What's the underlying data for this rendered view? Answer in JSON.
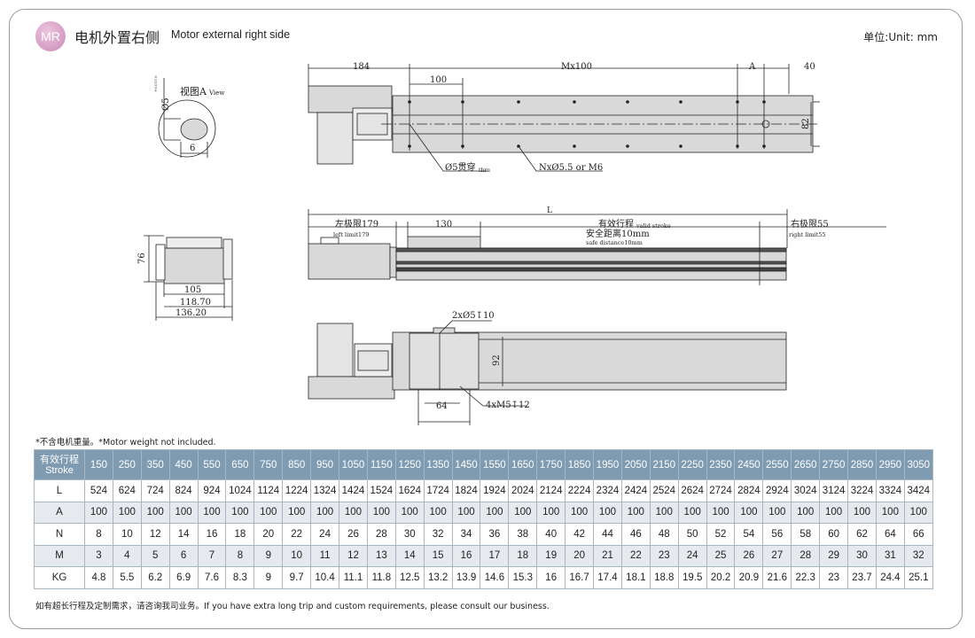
{
  "header": {
    "badge": "MR",
    "title_cn": "电机外置右侧",
    "title_en": "Motor external right side",
    "unit": "单位:Unit: mm"
  },
  "drawing": {
    "view_a": {
      "label": "视图A",
      "label_en": "View",
      "dia": "Ø5",
      "tol": "+0.015 0",
      "width": "6"
    },
    "top": {
      "d184": "184",
      "mx100": "Mx100",
      "a": "A",
      "d40": "40",
      "d100": "100",
      "d82": "82",
      "hole_thru": "Ø5贯穿",
      "thru": "thru",
      "holes": "NxØ5.5 or M6"
    },
    "side": {
      "L": "L",
      "left_limit": "左极限179",
      "left_limit_en": "left limit179",
      "d130": "130",
      "valid": "有效行程",
      "valid_en": "valid stroke",
      "safe": "安全距离10mm",
      "safe_en": "safe distance10mm",
      "right_limit": "右极限55",
      "right_limit_en": "right limit55"
    },
    "end": {
      "d76": "76",
      "d105": "105",
      "d118": "118.70",
      "d136": "136.20"
    },
    "bottom": {
      "pin": "2xØ5↧10",
      "d92": "92",
      "d64": "64",
      "thread": "4xM5↧12"
    }
  },
  "notes": {
    "top": "*不含电机重量。*Motor weight not included.",
    "bottom": "如有超长行程及定制需求，请咨询我司业务。If you have extra long trip and custom requirements, please consult our business."
  },
  "table": {
    "header_cn": "有效行程",
    "header_en": "Stroke",
    "strokes": [
      "150",
      "250",
      "350",
      "450",
      "550",
      "650",
      "750",
      "850",
      "950",
      "1050",
      "1150",
      "1250",
      "1350",
      "1450",
      "1550",
      "1650",
      "1750",
      "1850",
      "1950",
      "2050",
      "2150",
      "2250",
      "2350",
      "2450",
      "2550",
      "2650",
      "2750",
      "2850",
      "2950",
      "3050"
    ],
    "rows": [
      {
        "label": "L",
        "values": [
          "524",
          "624",
          "724",
          "824",
          "924",
          "1024",
          "1124",
          "1224",
          "1324",
          "1424",
          "1524",
          "1624",
          "1724",
          "1824",
          "1924",
          "2024",
          "2124",
          "2224",
          "2324",
          "2424",
          "2524",
          "2624",
          "2724",
          "2824",
          "2924",
          "3024",
          "3124",
          "3224",
          "3324",
          "3424"
        ]
      },
      {
        "label": "A",
        "values": [
          "100",
          "100",
          "100",
          "100",
          "100",
          "100",
          "100",
          "100",
          "100",
          "100",
          "100",
          "100",
          "100",
          "100",
          "100",
          "100",
          "100",
          "100",
          "100",
          "100",
          "100",
          "100",
          "100",
          "100",
          "100",
          "100",
          "100",
          "100",
          "100",
          "100"
        ]
      },
      {
        "label": "N",
        "values": [
          "8",
          "10",
          "12",
          "14",
          "16",
          "18",
          "20",
          "22",
          "24",
          "26",
          "28",
          "30",
          "32",
          "34",
          "36",
          "38",
          "40",
          "42",
          "44",
          "46",
          "48",
          "50",
          "52",
          "54",
          "56",
          "58",
          "60",
          "62",
          "64",
          "66"
        ]
      },
      {
        "label": "M",
        "values": [
          "3",
          "4",
          "5",
          "6",
          "7",
          "8",
          "9",
          "10",
          "11",
          "12",
          "13",
          "14",
          "15",
          "16",
          "17",
          "18",
          "19",
          "20",
          "21",
          "22",
          "23",
          "24",
          "25",
          "26",
          "27",
          "28",
          "29",
          "30",
          "31",
          "32"
        ]
      },
      {
        "label": "KG",
        "values": [
          "4.8",
          "5.5",
          "6.2",
          "6.9",
          "7.6",
          "8.3",
          "9",
          "9.7",
          "10.4",
          "11.1",
          "11.8",
          "12.5",
          "13.2",
          "13.9",
          "14.6",
          "15.3",
          "16",
          "16.7",
          "17.4",
          "18.1",
          "18.8",
          "19.5",
          "20.2",
          "20.9",
          "21.6",
          "22.3",
          "23",
          "23.7",
          "24.4",
          "25.1"
        ]
      }
    ]
  }
}
